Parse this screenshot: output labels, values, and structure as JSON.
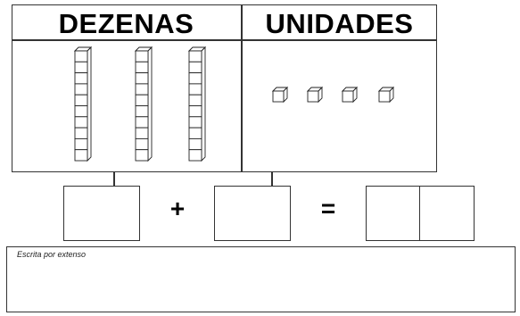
{
  "table": {
    "tens_header": "DEZENAS",
    "units_header": "UNIDADES"
  },
  "blocks": {
    "tens_rods": 3,
    "rod_units": 10,
    "unit_cubes": 4
  },
  "equation": {
    "plus": "+",
    "equals": "="
  },
  "writing": {
    "label": "Escrita por extenso"
  }
}
